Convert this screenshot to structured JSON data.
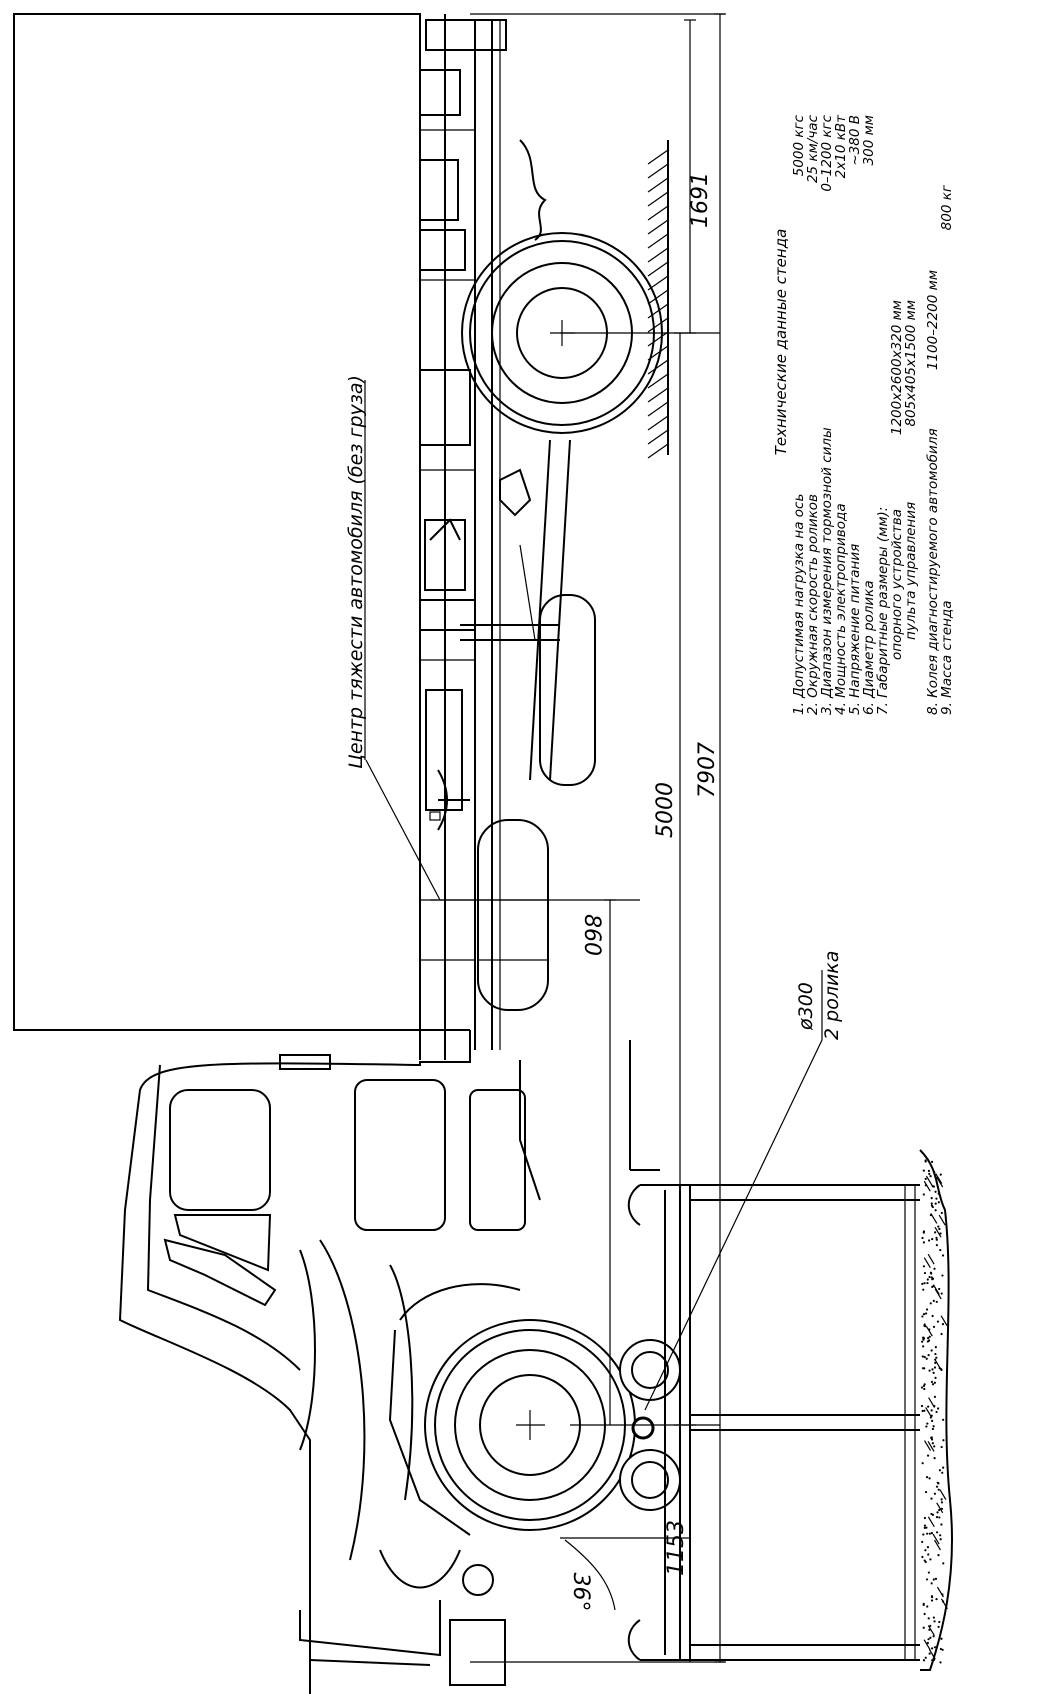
{
  "dimensions": {
    "dim_1691": "1691",
    "dim_5000": "5000",
    "dim_7907": "7907",
    "dim_860": "860",
    "dim_1153": "1153",
    "angle_36": "36°"
  },
  "labels": {
    "center_of_gravity": "Центр тяжести автомобиля (без груза)",
    "roller_diameter": "ø300",
    "roller_count": "2 ролика"
  },
  "specs": {
    "title": "Технические данные стенда",
    "items": [
      {
        "label": "1.  Допустимая нагрузка на ось",
        "value": "5000 кгс"
      },
      {
        "label": "2.  Окружная скорость роликов",
        "value": "25 км/час"
      },
      {
        "label": "3.  Диапазон измерения тормозной силы",
        "value": "0–1200 кгс"
      },
      {
        "label": "4.  Мощность электропривода",
        "value": "2х10 кВт"
      },
      {
        "label": "5.  Напряжение питания",
        "value": "~380 В"
      },
      {
        "label": "6.  Диаметр ролика",
        "value": "300 мм"
      },
      {
        "label": "7.  Габаритные размеры (мм):",
        "value": ""
      },
      {
        "label": "опорного устройства",
        "value": "1200х2600х320 мм"
      },
      {
        "label": "пульта управления",
        "value": "805х405х1500 мм"
      },
      {
        "label": "8.  Колея диагностируемого автомобиля",
        "value": "1100–2200 мм"
      },
      {
        "label": "9.  Масса стенда",
        "value": "800 кг"
      }
    ]
  }
}
